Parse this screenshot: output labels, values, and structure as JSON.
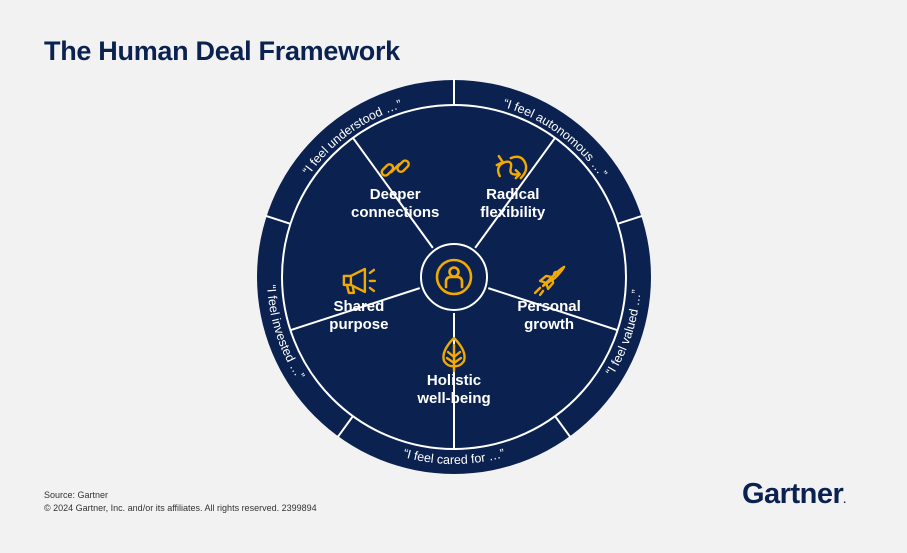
{
  "title": "The Human Deal Framework",
  "center_icon": "person-icon",
  "colors": {
    "navy": "#0b2251",
    "accent": "#f2a900",
    "text_on_dark": "#ffffff",
    "background": "#f2f2f2"
  },
  "segments": [
    {
      "id": "deeper-connections",
      "label_lines": [
        "Deeper",
        "connections"
      ],
      "icon": "link-icon",
      "quote": "“I feel understood …”"
    },
    {
      "id": "radical-flexibility",
      "label_lines": [
        "Radical",
        "flexibility"
      ],
      "icon": "flexible-arrows-icon",
      "quote": "“I feel autonomous …”"
    },
    {
      "id": "personal-growth",
      "label_lines": [
        "Personal",
        "growth"
      ],
      "icon": "rocket-icon",
      "quote": "“I feel valued …”"
    },
    {
      "id": "holistic-well-being",
      "label_lines": [
        "Holistic",
        "well-being"
      ],
      "icon": "leaf-icon",
      "quote": "“I feel cared for …”"
    },
    {
      "id": "shared-purpose",
      "label_lines": [
        "Shared",
        "purpose"
      ],
      "icon": "megaphone-icon",
      "quote": "“I feel invested …”"
    }
  ],
  "footer": {
    "source": "Source: Gartner",
    "copyright": "© 2024 Gartner, Inc. and/or its affiliates. All rights reserved. 2399894"
  },
  "logo": {
    "text": "Gartner",
    "mark": "."
  }
}
